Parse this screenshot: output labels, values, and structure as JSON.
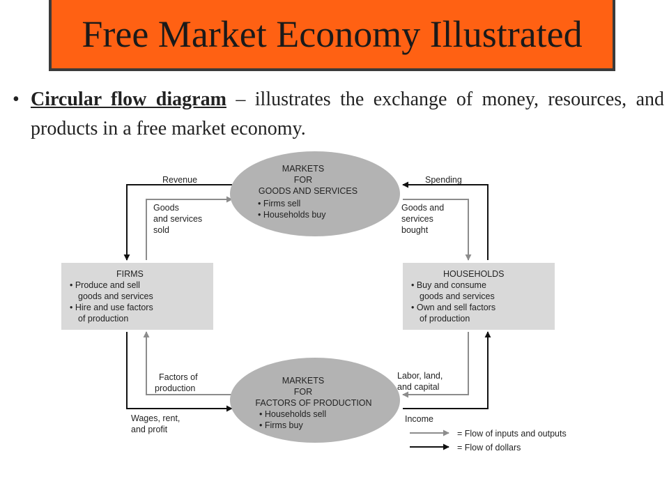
{
  "title": "Free Market Economy Illustrated",
  "bullet": {
    "term": "Circular flow diagram",
    "rest": " – illustrates the exchange of money, resources, and products in a free market economy."
  },
  "diagram": {
    "goods_market": {
      "title_lines": [
        "MARKETS",
        "FOR",
        "GOODS AND SERVICES"
      ],
      "items": [
        "• Firms sell",
        "• Households buy"
      ]
    },
    "factors_market": {
      "title_lines": [
        "MARKETS",
        "FOR",
        "FACTORS OF PRODUCTION"
      ],
      "items": [
        "• Households sell",
        "• Firms buy"
      ]
    },
    "firms": {
      "title": "FIRMS",
      "lines": [
        "• Produce and sell",
        "goods and services",
        "• Hire and use factors",
        "of production"
      ]
    },
    "households": {
      "title": "HOUSEHOLDS",
      "lines": [
        "• Buy and consume",
        "goods and services",
        "• Own and sell factors",
        "of production"
      ]
    },
    "flow_labels": {
      "revenue": "Revenue",
      "spending": "Spending",
      "goods_sold": [
        "Goods",
        "and services",
        "sold"
      ],
      "goods_bought": [
        "Goods and",
        "services",
        "bought"
      ],
      "factors": [
        "Factors of",
        "production"
      ],
      "labor": [
        "Labor, land,",
        "and capital"
      ],
      "wages": [
        "Wages, rent,",
        "and profit"
      ],
      "income": "Income"
    },
    "legend": {
      "inputs": "= Flow of inputs  and outputs",
      "dollars": "= Flow of dollars"
    },
    "colors": {
      "oval": "#b3b3b3",
      "box": "#d9d9d9",
      "money_arrow": "#111111",
      "goods_arrow": "#8c8c8c"
    }
  }
}
